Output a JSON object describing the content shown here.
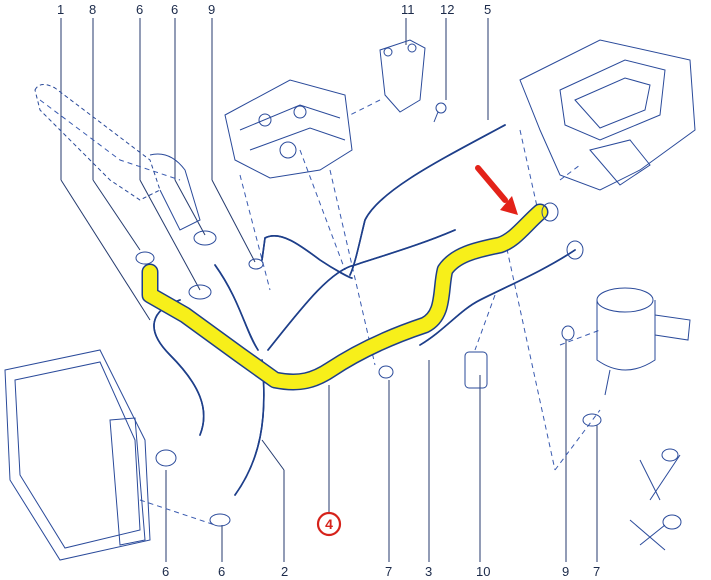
{
  "labels": {
    "top": [
      "1",
      "8",
      "6",
      "6",
      "9",
      "11",
      "12",
      "5"
    ],
    "bottom": [
      "6",
      "6",
      "2",
      "7",
      "3",
      "10",
      "9",
      "7"
    ],
    "highlight": "4"
  },
  "colors": {
    "highlight_hose": "#f7ef1a",
    "line": "#1e3f8a",
    "arrow": "#e32219",
    "badge": "#d6221a",
    "text": "#1b2a4a"
  },
  "icons": [
    "arrow-icon",
    "hose-clamp-icon"
  ]
}
